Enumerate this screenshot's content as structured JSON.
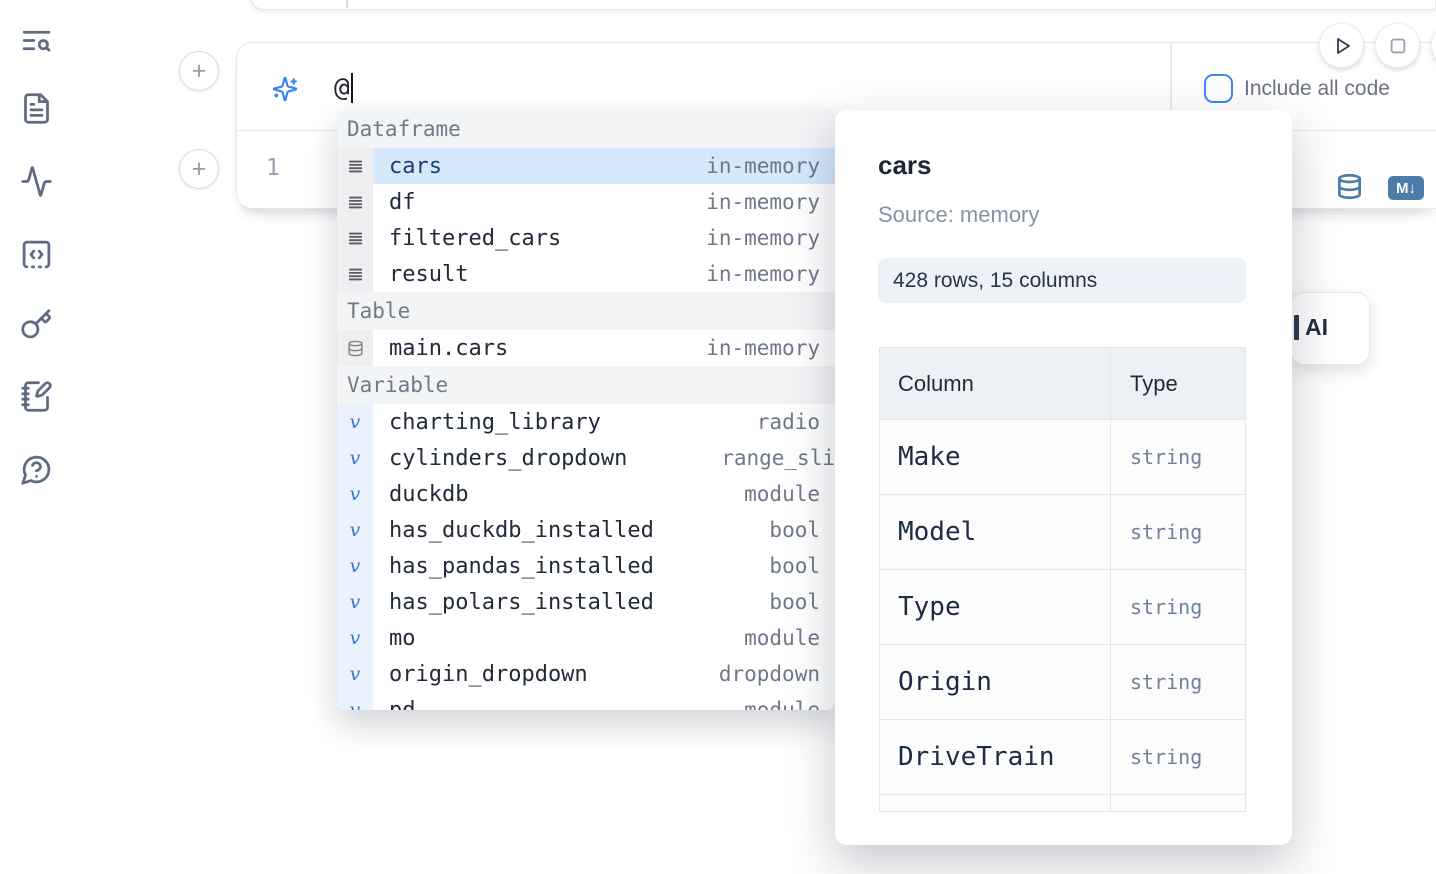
{
  "colors": {
    "accent_blue": "#3b82f6",
    "steel_blue": "#4e7ca8",
    "selected_row_bg": "#d6e9fb"
  },
  "sidebar": {
    "items": [
      {
        "name": "toc-search",
        "icon": "text-search-icon"
      },
      {
        "name": "documentation",
        "icon": "file-text-icon"
      },
      {
        "name": "variables",
        "icon": "activity-icon"
      },
      {
        "name": "snippets",
        "icon": "code-square-icon"
      },
      {
        "name": "keys",
        "icon": "key-icon"
      },
      {
        "name": "scratchpad",
        "icon": "notebook-pen-icon"
      },
      {
        "name": "help",
        "icon": "chat-question-icon"
      }
    ]
  },
  "prompt_cell": {
    "sparkle_icon": "sparkles-icon",
    "input_value": "@",
    "include_all_code_label": "Include all code",
    "include_all_code_checked": false,
    "run_icon": "play-icon",
    "stop_icon": "stop-icon"
  },
  "code_cell": {
    "line_number": "1",
    "sql_icon": "database-icon",
    "markdown_label": "M↓"
  },
  "ai_button": {
    "label": "AI"
  },
  "autocomplete": {
    "sections": [
      {
        "label": "Dataframe",
        "items": [
          {
            "name": "cars",
            "type": "in-memory",
            "icon": "dataframe-rows-icon",
            "selected": true
          },
          {
            "name": "df",
            "type": "in-memory",
            "icon": "dataframe-rows-icon"
          },
          {
            "name": "filtered_cars",
            "type": "in-memory",
            "icon": "dataframe-rows-icon"
          },
          {
            "name": "result",
            "type": "in-memory",
            "icon": "dataframe-rows-icon"
          }
        ]
      },
      {
        "label": "Table",
        "items": [
          {
            "name": "main.cars",
            "type": "in-memory",
            "icon": "database-icon"
          }
        ]
      },
      {
        "label": "Variable",
        "items": [
          {
            "name": "charting_library",
            "type": "radio",
            "icon": "variable-icon"
          },
          {
            "name": "cylinders_dropdown",
            "type": "range_sli",
            "icon": "variable-icon",
            "clip": true
          },
          {
            "name": "duckdb",
            "type": "module",
            "icon": "variable-icon"
          },
          {
            "name": "has_duckdb_installed",
            "type": "bool",
            "icon": "variable-icon"
          },
          {
            "name": "has_pandas_installed",
            "type": "bool",
            "icon": "variable-icon"
          },
          {
            "name": "has_polars_installed",
            "type": "bool",
            "icon": "variable-icon"
          },
          {
            "name": "mo",
            "type": "module",
            "icon": "variable-icon"
          },
          {
            "name": "origin_dropdown",
            "type": "dropdown",
            "icon": "variable-icon"
          },
          {
            "name": "pd",
            "type": "module",
            "icon": "variable-icon",
            "partial": true
          }
        ]
      }
    ]
  },
  "preview": {
    "title": "cars",
    "source": "Source: memory",
    "shape": "428 rows, 15 columns",
    "table": {
      "headers": [
        "Column",
        "Type"
      ],
      "rows": [
        [
          "Make",
          "string"
        ],
        [
          "Model",
          "string"
        ],
        [
          "Type",
          "string"
        ],
        [
          "Origin",
          "string"
        ],
        [
          "DriveTrain",
          "string"
        ]
      ]
    }
  }
}
